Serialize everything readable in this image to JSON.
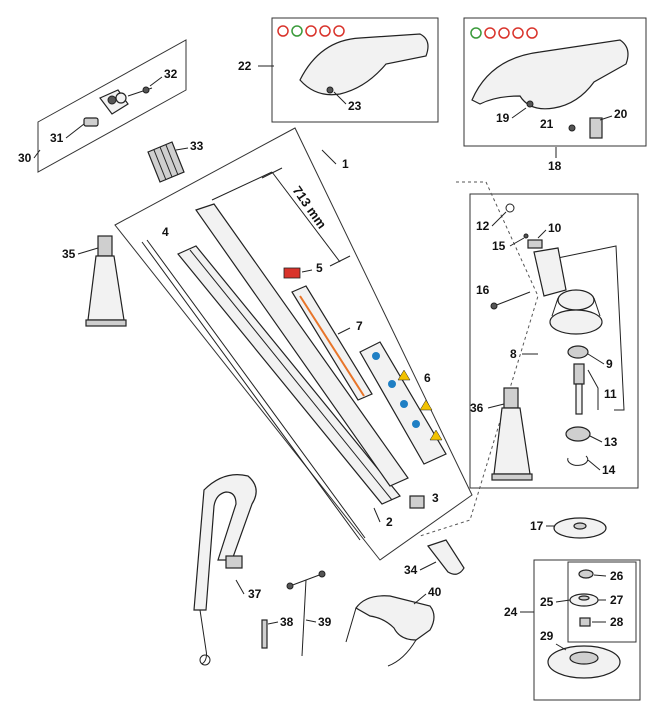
{
  "dimension": "713 mm",
  "labels": {
    "p1": "1",
    "p2": "2",
    "p3": "3",
    "p4": "4",
    "p5": "5",
    "p6": "6",
    "p7": "7",
    "p8": "8",
    "p9": "9",
    "p10": "10",
    "p11": "11",
    "p12": "12",
    "p13": "13",
    "p14": "14",
    "p15": "15",
    "p16": "16",
    "p17": "17",
    "p18": "18",
    "p19": "19",
    "p20": "20",
    "p21": "21",
    "p22": "22",
    "p23": "23",
    "p24": "24",
    "p25": "25",
    "p26": "26",
    "p27": "27",
    "p28": "28",
    "p29": "29",
    "p30": "30",
    "p31": "31",
    "p32": "32",
    "p33": "33",
    "p34": "34",
    "p35": "35",
    "p36": "36",
    "p37": "37",
    "p38": "38",
    "p39": "39",
    "p40": "40"
  },
  "colors": {
    "warning_red": "#d9332b",
    "safety_green": "#3a9a3a",
    "info_blue": "#1f7fc4",
    "warning_yellow": "#f2c200",
    "label_orange": "#e8752a"
  }
}
